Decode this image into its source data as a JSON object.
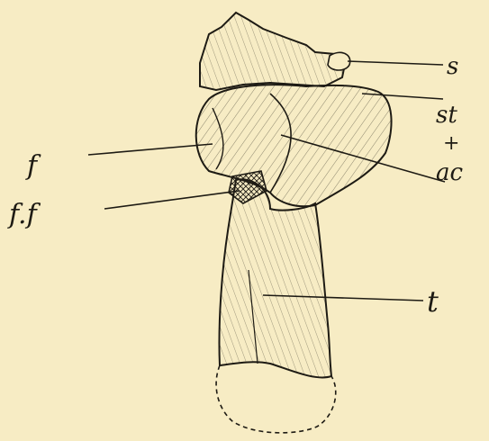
{
  "colors": {
    "background": "#f7ecc4",
    "ink": "#1e1b14"
  },
  "labels": {
    "s": "s",
    "st": "st",
    "plus": "+",
    "ac": "ac",
    "f": "f",
    "ff": "f.f",
    "t": "t"
  }
}
